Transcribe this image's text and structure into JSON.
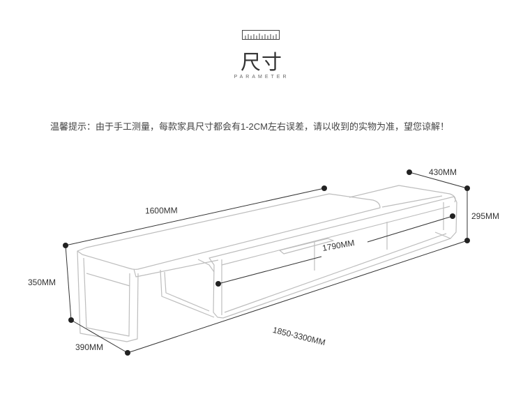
{
  "header": {
    "title": "尺寸",
    "subtitle": "PARAMETER",
    "icon": "ruler-icon"
  },
  "notice": "温馨提示：由于手工测量，每款家具尺寸都会有1-2CM左右误差，请以收到的实物为准，望您谅解！",
  "dimensions": {
    "top_length": "1600MM",
    "extension_depth": "430MM",
    "extension_height": "295MM",
    "cabinet_length": "1790MM",
    "height": "350MM",
    "depth": "390MM",
    "total_length": "1850-3300MM"
  },
  "colors": {
    "outline": "#bdbdbd",
    "dimension": "#333333"
  }
}
